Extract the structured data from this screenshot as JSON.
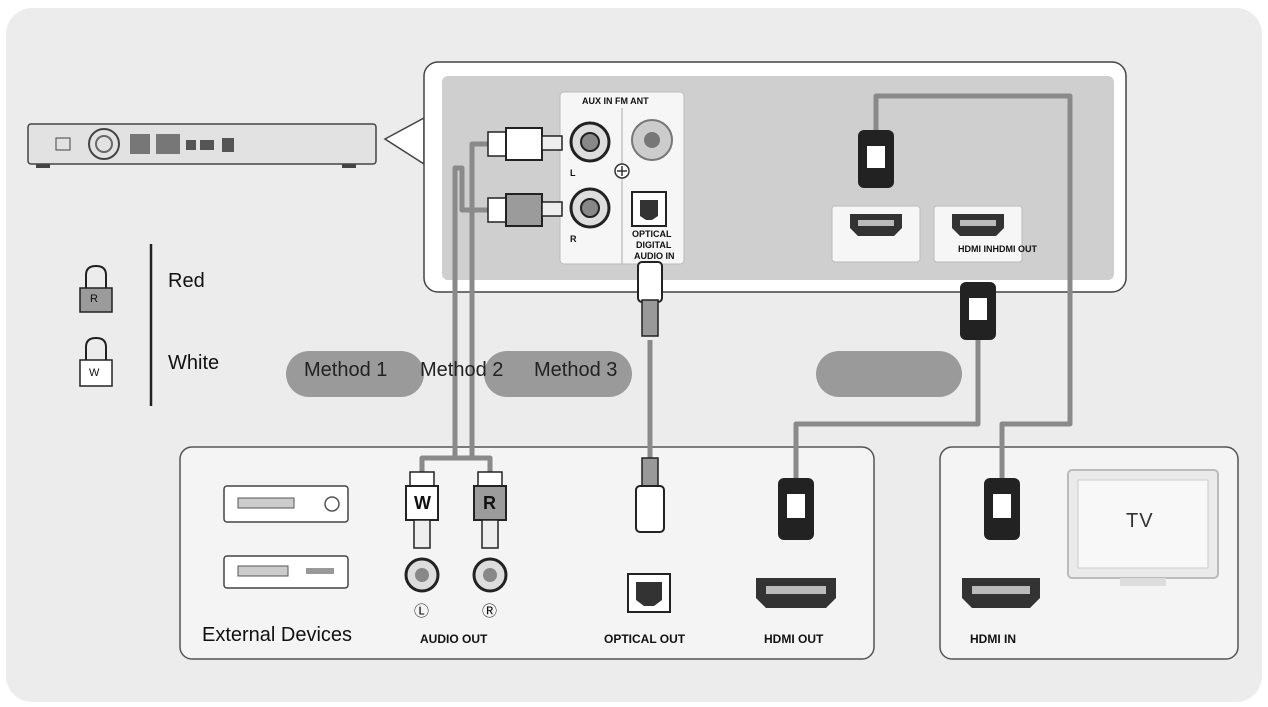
{
  "legend": {
    "red": "Red",
    "white": "White",
    "red_plug": "R",
    "white_plug": "W"
  },
  "methods": [
    "Method 1",
    "Method 2",
    "Method 3"
  ],
  "panel": {
    "aux_fm": "AUX IN FM ANT",
    "left": "L",
    "right": "R",
    "optical_line1": "OPTICAL",
    "optical_line2": "DIGITAL",
    "optical_line3": "AUDIO IN",
    "hdmi_in_out": "HDMI INHDMI OUT"
  },
  "devices": {
    "title": "External Devices",
    "audio_out": "AUDIO OUT",
    "left_mark": "Ⓛ",
    "right_mark": "Ⓡ",
    "optical_out": "OPTICAL OUT",
    "hdmi_out": "HDMI OUT",
    "plug_w": "W",
    "plug_r": "R"
  },
  "tv": {
    "label": "TV",
    "hdmi_in": "HDMI IN"
  },
  "colors": {
    "background": "#ececec",
    "box": "#f4f4f4",
    "panel": "#cfcfcf",
    "pill": "#9a9a9a",
    "cable": "#8a8a8a",
    "plug": "#222222"
  }
}
